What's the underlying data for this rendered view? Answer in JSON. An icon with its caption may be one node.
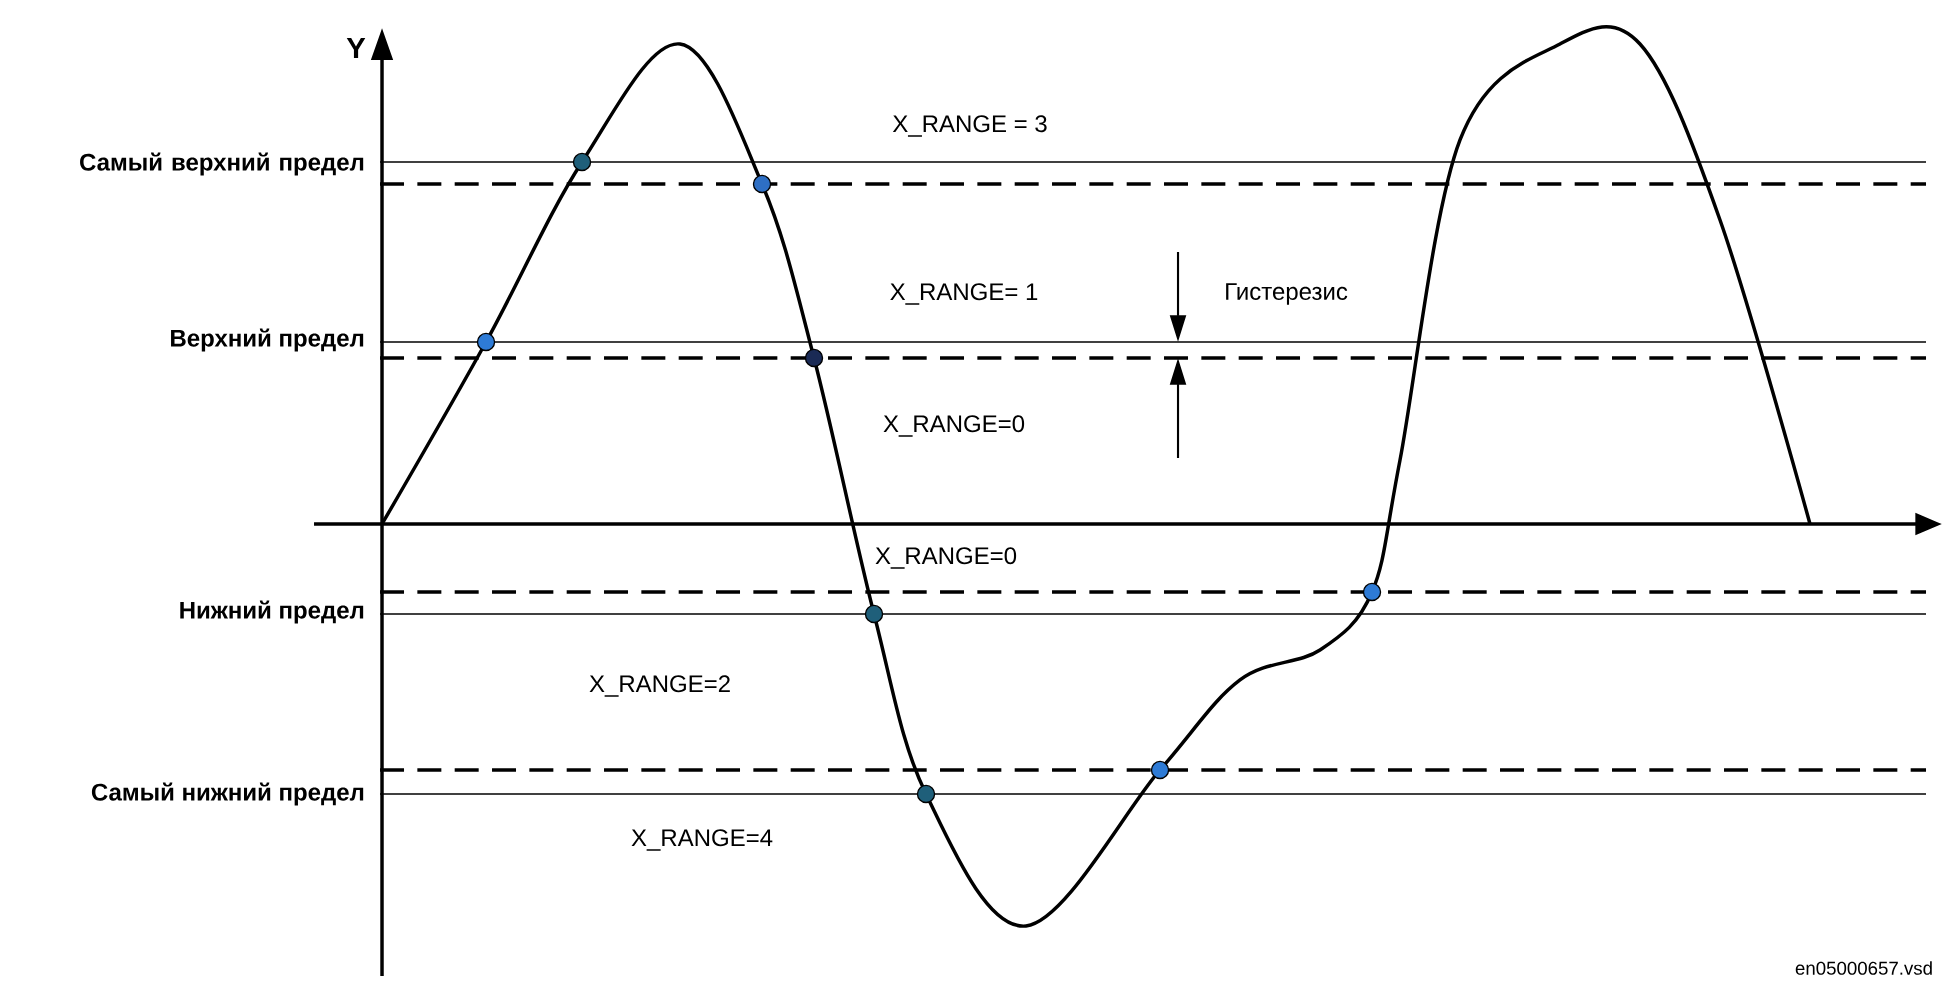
{
  "diagram": {
    "labels": [
      "Y",
      "Самый верхний предел",
      "X_RANGE = 3",
      "X_RANGE= 1",
      "Гистерезис",
      "Верхний предел",
      "X_RANGE=0",
      "X_RANGE=0",
      "Нижний предел",
      "X_RANGE=2",
      "Самый нижний предел",
      "X_RANGE=4",
      "en05000657.vsd"
    ]
  }
}
